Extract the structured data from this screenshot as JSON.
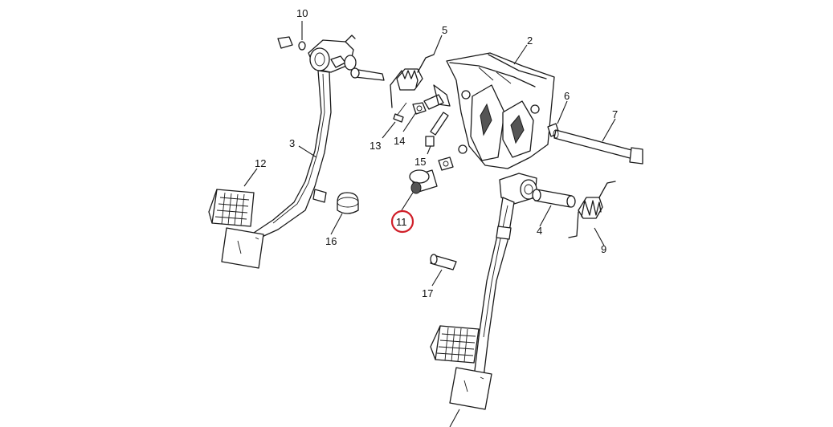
{
  "callouts": [
    {
      "id": "c10",
      "text": "10"
    },
    {
      "id": "c5",
      "text": "5"
    },
    {
      "id": "c2",
      "text": "2"
    },
    {
      "id": "c6",
      "text": "6"
    },
    {
      "id": "c7",
      "text": "7"
    },
    {
      "id": "c3",
      "text": "3"
    },
    {
      "id": "c12",
      "text": "12"
    },
    {
      "id": "c13",
      "text": "13"
    },
    {
      "id": "c14",
      "text": "14"
    },
    {
      "id": "c15",
      "text": "15"
    },
    {
      "id": "c11",
      "text": "11",
      "highlighted": true
    },
    {
      "id": "c16",
      "text": "16"
    },
    {
      "id": "c4",
      "text": "4"
    },
    {
      "id": "c9",
      "text": "9"
    },
    {
      "id": "c17",
      "text": "17"
    }
  ],
  "colors": {
    "line": "#1a1a1a",
    "highlight": "#d0202a",
    "background": "#ffffff"
  }
}
